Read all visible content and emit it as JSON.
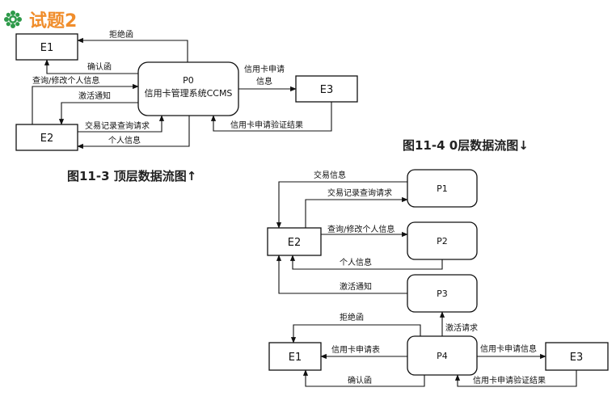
{
  "header": {
    "title": "试题2",
    "icon": "flower-icon",
    "title_color": "#f08d2b"
  },
  "top_diagram": {
    "e1": "E1",
    "e2": "E2",
    "e3": "E3",
    "p0_id": "P0",
    "p0_name": "信用卡管理系统CCMS",
    "edges": {
      "reject": "拒绝函",
      "confirm": "确认函",
      "query_modify": "查询/修改个人信息",
      "activate": "激活通知",
      "txn_query": "交易记录查询请求",
      "personal_info": "个人信息",
      "card_apply_1": "信用卡申请",
      "card_apply_2": "信息",
      "verify_result": "信用卡申请验证结果"
    },
    "caption": "图11-3 顶层数据流图↑"
  },
  "level0_diagram": {
    "caption": "图11-4  0层数据流图↓",
    "nodes": {
      "p1": "P1",
      "p2": "P2",
      "p3": "P3",
      "p4": "P4",
      "e1": "E1",
      "e2": "E2",
      "e3": "E3"
    },
    "edges": {
      "txn_info": "交易信息",
      "txn_query": "交易记录查询请求",
      "query_modify": "查询/修改个人信息",
      "personal_info": "个人信息",
      "activate_notice": "激活通知",
      "activate_request": "激活请求",
      "reject": "拒绝函",
      "card_apply_form": "信用卡申请表",
      "confirm": "确认函",
      "card_apply_info": "信用卡申请信息",
      "verify_result": "信用卡申请验证结果"
    }
  }
}
